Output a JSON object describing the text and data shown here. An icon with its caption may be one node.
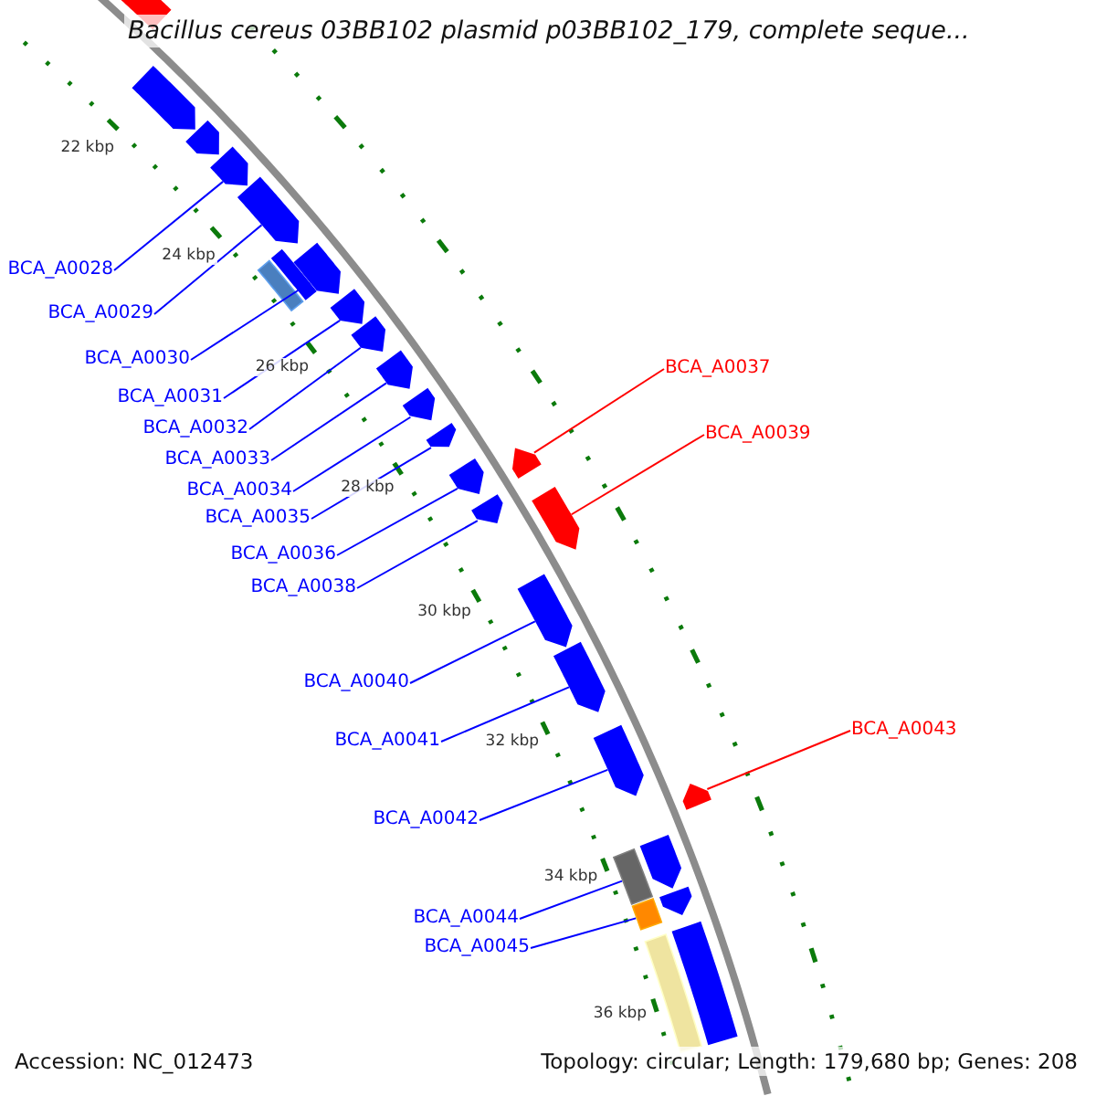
{
  "diagram": {
    "title": "Bacillus cereus 03BB102 plasmid p03BB102_179, complete seque...",
    "nodes": [
      {
        "text": [],
        "shape": "arrow"
      },
      {
        "text": [],
        "shape": "arrow"
      },
      {
        "text": [],
        "shape": "arrow"
      },
      {
        "text": [],
        "shape": "arrow"
      },
      {
        "text": [],
        "shape": "arrow"
      },
      {
        "text": [],
        "shape": "arrow"
      },
      {
        "text": [],
        "shape": "bar"
      },
      {
        "text": [],
        "shape": "bar"
      },
      {
        "text": [],
        "shape": "arrow"
      },
      {
        "text": [],
        "shape": "arrow"
      },
      {
        "text": [],
        "shape": "arrow"
      },
      {
        "text": [],
        "shape": "arrow"
      },
      {
        "text": [],
        "shape": "arrow"
      },
      {
        "text": [],
        "shape": "arrow"
      },
      {
        "text": [],
        "shape": "arrow"
      },
      {
        "text": [],
        "shape": "arrow"
      },
      {
        "text": [],
        "shape": "arrow"
      },
      {
        "text": [],
        "shape": "arrow"
      },
      {
        "text": [],
        "shape": "arrow"
      },
      {
        "text": [],
        "shape": "arrow"
      },
      {
        "text": [],
        "shape": "arrow"
      },
      {
        "text": [],
        "shape": "bar"
      },
      {
        "text": [],
        "shape": "arrow"
      },
      {
        "text": [],
        "shape": "bar"
      },
      {
        "text": [],
        "shape": "arrow"
      },
      {
        "text": [],
        "shape": "bar"
      },
      {
        "text": [],
        "shape": "bar"
      },
      {
        "text": [
          "BCA_A0028"
        ]
      },
      {
        "text": [
          "BCA_A0029"
        ]
      },
      {
        "text": [
          "BCA_A0030"
        ]
      },
      {
        "text": [
          "BCA_A0031"
        ]
      },
      {
        "text": [
          "BCA_A0032"
        ]
      },
      {
        "text": [
          "BCA_A0033"
        ]
      },
      {
        "text": [
          "BCA_A0034"
        ]
      },
      {
        "text": [
          "BCA_A0035"
        ]
      },
      {
        "text": [
          "BCA_A0036"
        ]
      },
      {
        "text": [
          "BCA_A0037"
        ]
      },
      {
        "text": [
          "BCA_A0038"
        ]
      },
      {
        "text": [
          "BCA_A0039"
        ]
      },
      {
        "text": [
          "BCA_A0040"
        ]
      },
      {
        "text": [
          "BCA_A0041"
        ]
      },
      {
        "text": [
          "BCA_A0042"
        ]
      },
      {
        "text": [
          "BCA_A0043"
        ]
      },
      {
        "text": [
          "BCA_A0044"
        ]
      },
      {
        "text": [
          "BCA_A0045"
        ]
      }
    ],
    "edges": [
      {
        "from": 27,
        "to": 3,
        "arrow": "none"
      },
      {
        "from": 28,
        "to": 4,
        "arrow": "none"
      },
      {
        "from": 29,
        "to": 5,
        "arrow": "none"
      },
      {
        "from": 30,
        "to": 8,
        "arrow": "none"
      },
      {
        "from": 31,
        "to": 9,
        "arrow": "none"
      },
      {
        "from": 32,
        "to": 10,
        "arrow": "none"
      },
      {
        "from": 33,
        "to": 11,
        "arrow": "none"
      },
      {
        "from": 34,
        "to": 12,
        "arrow": "none"
      },
      {
        "from": 35,
        "to": 13,
        "arrow": "none"
      },
      {
        "from": 36,
        "to": 14,
        "arrow": "none",
        "color": "#ff0000"
      },
      {
        "from": 37,
        "to": 15,
        "arrow": "none"
      },
      {
        "from": 38,
        "to": 16,
        "arrow": "none",
        "color": "#ff0000"
      },
      {
        "from": 39,
        "to": 17,
        "arrow": "none"
      },
      {
        "from": 40,
        "to": 18,
        "arrow": "none"
      },
      {
        "from": 41,
        "to": 19,
        "arrow": "none"
      },
      {
        "from": 42,
        "to": 20,
        "arrow": "none",
        "color": "#ff0000"
      },
      {
        "from": 43,
        "to": 21,
        "arrow": "none"
      },
      {
        "from": 44,
        "to": 23,
        "arrow": "none"
      }
    ],
    "labels": [
      "22 kbp",
      "24 kbp",
      "26 kbp",
      "28 kbp",
      "30 kbp",
      "32 kbp",
      "34 kbp",
      "36 kbp",
      "Accession: NC_012473",
      "Topology: circular; Length: 179,680 bp; Genes: 208"
    ]
  }
}
